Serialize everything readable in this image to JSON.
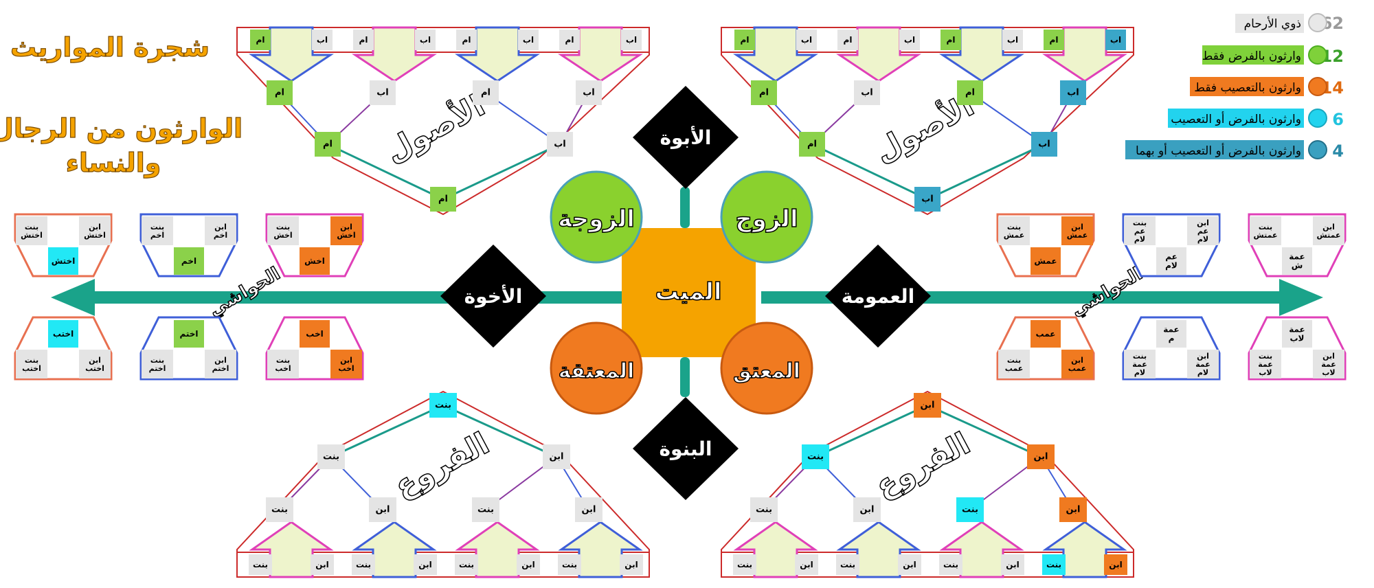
{
  "title": {
    "line1": "شجرة المواريث",
    "line2": "الوارثون من الرجال",
    "line3": "والنساء"
  },
  "legend": [
    {
      "count": "62",
      "label": "ذوي الأرحام",
      "color": "#e6e6e6"
    },
    {
      "count": "12",
      "label": "وارثون بالفرض فقط",
      "color": "#8bd14a"
    },
    {
      "count": "14",
      "label": "وارثون بالتعصيب فقط",
      "color": "#f07a20"
    },
    {
      "count": "6",
      "label": "وارثون بالفرض أو التعصيب",
      "color": "#22d3ee"
    },
    {
      "count": "4",
      "label": "وارثون بالفرض أو التعصيب أو بهما",
      "color": "#3aa0c0"
    }
  ],
  "center": {
    "deceased": "الميت",
    "husband": "الزوج",
    "wife": "الزوجة",
    "freed_m": "المعتق",
    "freed_f": "المعتقة",
    "fatherhood": "الأبوة",
    "sonhood": "البنوة",
    "brotherhood": "الأخوة",
    "unclehood": "العمومة"
  },
  "branches": {
    "ascendants": "الأصول",
    "descendants": "الفروع",
    "collaterals": "الحواشي"
  },
  "tiles": {
    "father": "اب",
    "mother": "ام",
    "son": "ابن",
    "daughter": "بنت"
  },
  "brothers_left": [
    {
      "top_l": "بنت اختش",
      "top_r": "ابن اختش",
      "top_c": "اختش",
      "bot_c": "اختب",
      "bot_l": "بنت اختب",
      "bot_r": "ابن اختب"
    },
    {
      "top_l": "بنت اخم",
      "top_r": "ابن اخم",
      "top_c": "اخم",
      "bot_c": "اختم",
      "bot_l": "بنت اختم",
      "bot_r": "ابن اختم"
    },
    {
      "top_l": "بنت اخش",
      "top_r": "ابن اخش",
      "top_c": "اخش",
      "bot_c": "اخب",
      "bot_l": "بنت اخب",
      "bot_r": "ابن اخب"
    }
  ],
  "uncles_right": [
    {
      "top_l": "بنت عمش",
      "top_r": "ابن عمش",
      "top_c": "عمش",
      "bot_c": "عمب",
      "bot_l": "بنت عمب",
      "bot_r": "ابن عمب"
    },
    {
      "top_l": "بنت عم لام",
      "top_r": "ابن عم لام",
      "top_c": "عم لام",
      "bot_c": "عمة م",
      "bot_l": "بنت عمة لام",
      "bot_r": "ابن عمة لام"
    },
    {
      "top_l": "بنت عمتش",
      "top_r": "ابن عمتش",
      "top_c": "عمة ش",
      "bot_c": "عمة لاب",
      "bot_l": "بنت عمة لاب",
      "bot_r": "ابن عمة لاب"
    }
  ]
}
